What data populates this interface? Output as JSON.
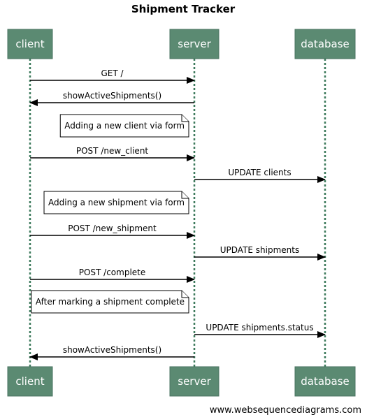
{
  "title": "Shipment Tracker",
  "participants": [
    {
      "id": "client",
      "label": "client"
    },
    {
      "id": "server",
      "label": "server"
    },
    {
      "id": "database",
      "label": "database"
    }
  ],
  "steps": [
    {
      "kind": "message",
      "from": "client",
      "to": "server",
      "label": "GET /"
    },
    {
      "kind": "message",
      "from": "server",
      "to": "client",
      "label": "showActiveShipments()"
    },
    {
      "kind": "note",
      "over": "client",
      "text": "Adding a new client via form"
    },
    {
      "kind": "message",
      "from": "client",
      "to": "server",
      "label": "POST /new_client"
    },
    {
      "kind": "message",
      "from": "server",
      "to": "database",
      "label": "UPDATE clients"
    },
    {
      "kind": "note",
      "over": "client",
      "text": "Adding a new shipment via form"
    },
    {
      "kind": "message",
      "from": "client",
      "to": "server",
      "label": "POST /new_shipment"
    },
    {
      "kind": "message",
      "from": "server",
      "to": "database",
      "label": "UPDATE shipments"
    },
    {
      "kind": "message",
      "from": "client",
      "to": "server",
      "label": "POST /complete"
    },
    {
      "kind": "note",
      "over": "client",
      "text": "After marking a shipment complete"
    },
    {
      "kind": "message",
      "from": "server",
      "to": "database",
      "label": "UPDATE shipments.status"
    },
    {
      "kind": "message",
      "from": "server",
      "to": "client",
      "label": "showActiveShipments()"
    }
  ],
  "footer": "www.websequencediagrams.com",
  "colors": {
    "participant_fill": "#5b8a72",
    "lifeline": "#3d7a5c"
  }
}
